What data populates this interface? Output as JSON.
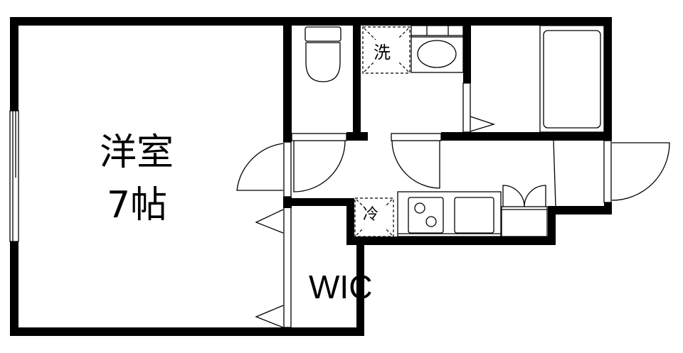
{
  "floor_plan": {
    "rooms": [
      {
        "id": "western-room",
        "name": "洋室",
        "size": "7帖"
      },
      {
        "id": "walk-in-closet",
        "name": "WIC"
      },
      {
        "id": "toilet",
        "name": ""
      },
      {
        "id": "washroom",
        "name": ""
      },
      {
        "id": "bathroom",
        "name": ""
      },
      {
        "id": "kitchen-corridor",
        "name": ""
      },
      {
        "id": "entrance",
        "name": ""
      }
    ],
    "fixtures": {
      "laundry_space": "洗",
      "fridge_space": "冷"
    },
    "colors": {
      "wall": "#000000",
      "background": "#ffffff"
    }
  }
}
